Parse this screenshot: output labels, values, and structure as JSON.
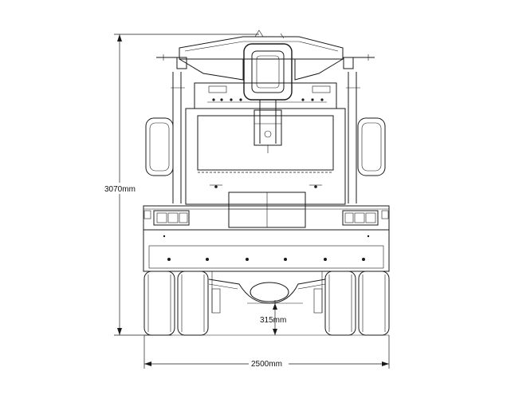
{
  "dimensions": {
    "height_label": "3070mm",
    "width_label": "2500mm",
    "clearance_label": "315mm"
  },
  "colors": {
    "line": "#1a1a1a",
    "background": "#ffffff"
  }
}
